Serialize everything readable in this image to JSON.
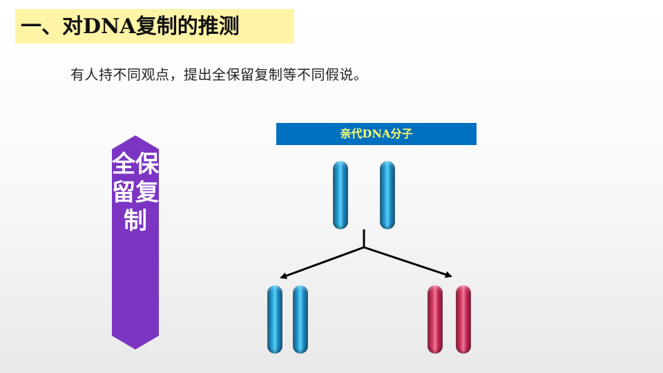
{
  "slide": {
    "title": "一、对DNA复制的推测",
    "intro": "有人持不同观点，提出全保留复制等不同假说。",
    "hypothesis_label": "全保留复制",
    "parent_label": "亲代DNA分子"
  },
  "colors": {
    "title_bg": "#fdf4a6",
    "hexagon": "#7b35c2",
    "parent_label_bg": "#0070c0",
    "parent_label_text": "#ffff66",
    "strand_old": "#1d8cc2",
    "strand_new": "#c32a55"
  }
}
